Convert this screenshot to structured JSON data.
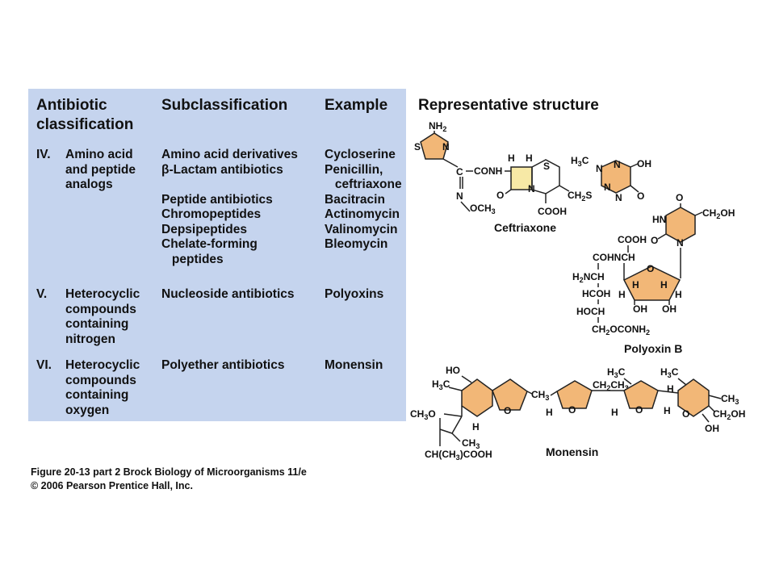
{
  "table": {
    "headers": {
      "classification": "Antibiotic classification",
      "subclassification": "Subclassification",
      "example": "Example"
    },
    "rows": [
      {
        "number": "IV.",
        "classification": "Amino acid\nand peptide\nanalogs",
        "subclassification": "Amino acid derivatives\nβ-Lactam antibiotics\n\nPeptide antibiotics\nChromopeptides\nDepsipeptides\nChelate-forming\n   peptides",
        "example": "Cycloserine\nPenicillin,\n   ceftriaxone\nBacitracin\nActinomycin\nValinomycin\nBleomycin"
      },
      {
        "number": "V.",
        "classification": "Heterocyclic\ncompounds\ncontaining\nnitrogen",
        "subclassification": "Nucleoside antibiotics",
        "example": "Polyoxins"
      },
      {
        "number": "VI.",
        "classification": "Heterocyclic\ncompounds\ncontaining\noxygen",
        "subclassification": "Polyether antibiotics",
        "example": "Monensin"
      }
    ]
  },
  "structures": {
    "title": "Representative structure",
    "names": [
      "Ceftriaxone",
      "Polyoxin B",
      "Monensin"
    ]
  },
  "caption": {
    "line1": "Figure 20-13 part 2  Brock Biology of Microorganisms 11/e",
    "line2": "© 2006 Pearson Prentice Hall, Inc."
  },
  "colors": {
    "panel_bg": "#c5d4ee",
    "ring_fill": "#f2b777",
    "beta_lactam_fill": "#f7e9a6"
  }
}
